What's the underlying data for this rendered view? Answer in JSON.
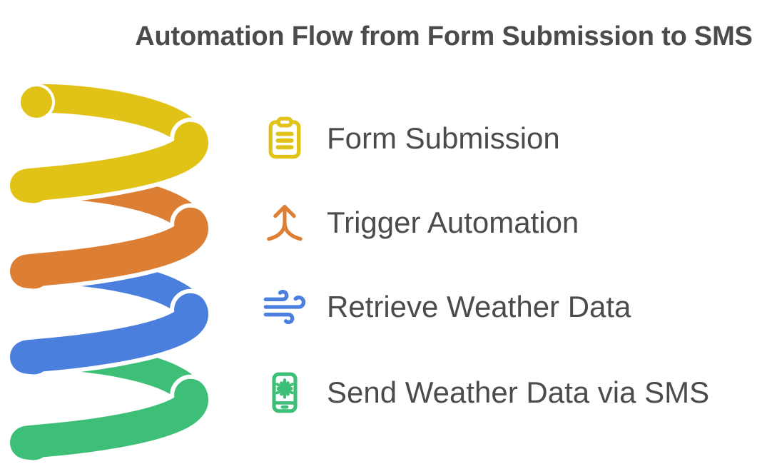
{
  "title": "Automation Flow from Form Submission to SMS",
  "colors": {
    "text": "#4B4B4B",
    "background": "#FFFFFF",
    "yellow": "#E1C318",
    "orange": "#DC7F35",
    "blue": "#4A7FDE",
    "green": "#3EBF77"
  },
  "steps": [
    {
      "label": "Form Submission",
      "icon": "clipboard-icon",
      "color": "#E1C318"
    },
    {
      "label": "Trigger Automation",
      "icon": "merge-arrow-up-icon",
      "color": "#DC7F35"
    },
    {
      "label": "Retrieve Weather Data",
      "icon": "wind-icon",
      "color": "#4A7FDE"
    },
    {
      "label": "Send Weather Data via SMS",
      "icon": "smartphone-snowflake-icon",
      "color": "#3EBF77"
    }
  ],
  "spiral": {
    "description": "four-turn coil, one turn per step, top to bottom",
    "turns": 4,
    "turn_colors": [
      "#E1C318",
      "#DC7F35",
      "#4A7FDE",
      "#3EBF77"
    ]
  }
}
